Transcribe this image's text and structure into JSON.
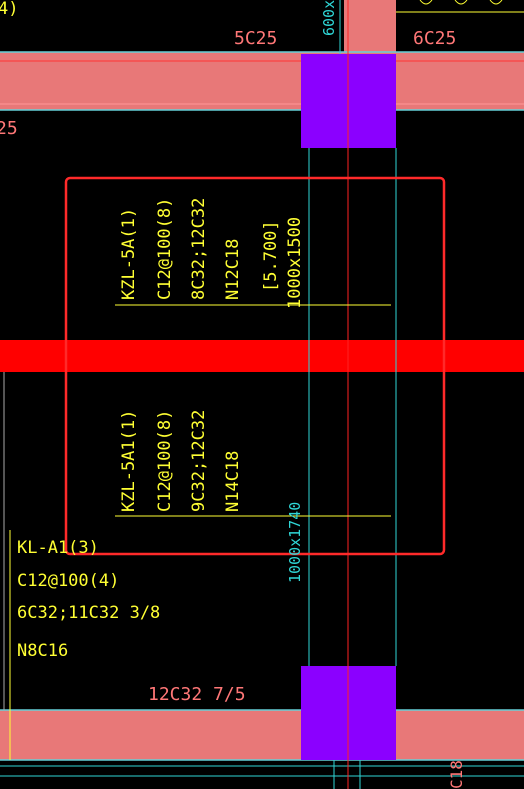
{
  "colors": {
    "background": "#000000",
    "beam_fill": "#e87878",
    "beam_edge": "#66d0d8",
    "column_fill": "#8b00ff",
    "axis_red": "#ff0000",
    "selection_box": "#ff2a2a",
    "grid_cyan": "#2fd6d6",
    "annotation_yellow": "#ffff33",
    "label_pink": "#ff7777",
    "dim_cyan": "#2fd6d6"
  },
  "labels": {
    "top_left_fragment": "4)",
    "top_beam_label_left": "5C25",
    "top_beam_label_right": "6C25",
    "top_dim": "600x",
    "left_fragment": "25",
    "bottom_rebar": "12C32 7/5",
    "bottom_right_fragment": "C18"
  },
  "upper_beam": {
    "lines": [
      "KZL-5A(1)",
      "C12@100(8)",
      "8C32;12C32",
      "N12C18",
      "[5.700]",
      "1000x1500"
    ]
  },
  "lower_beam": {
    "lines": [
      "KZL-5A1(1)",
      "C12@100(8)",
      "9C32;12C32",
      "N14C18"
    ],
    "section": "1000x1740"
  },
  "kl_beam": {
    "lines": [
      "KL-A1(3)",
      "C12@100(4)",
      "6C32;11C32 3/8",
      "N8C16"
    ]
  }
}
